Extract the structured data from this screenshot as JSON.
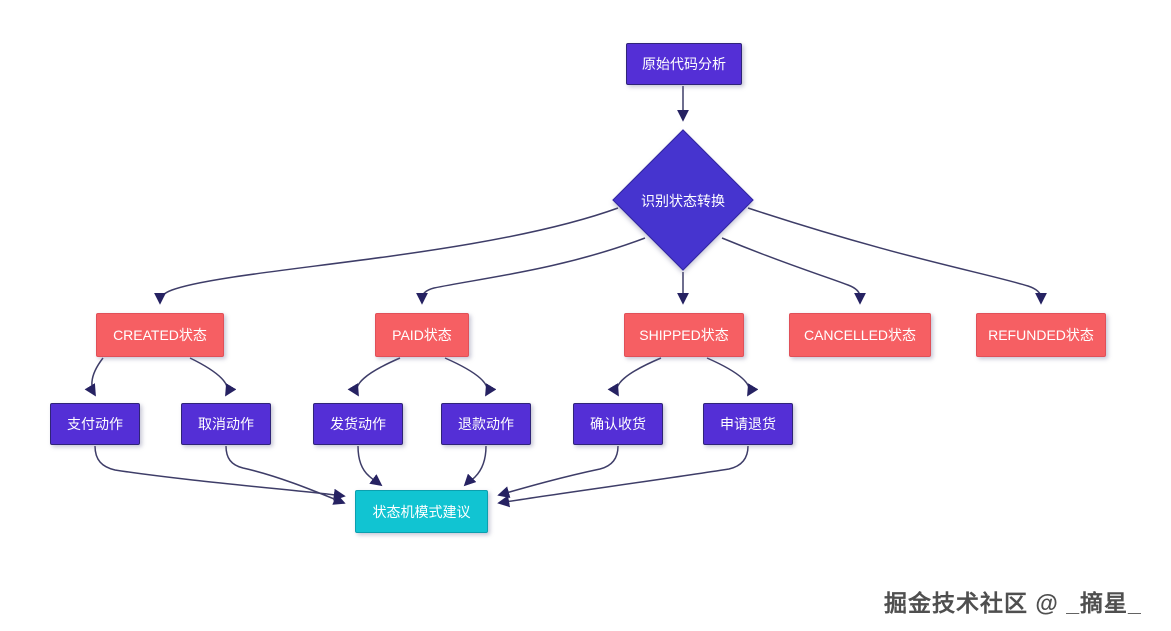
{
  "diagram": {
    "nodes": {
      "start": {
        "label": "原始代码分析"
      },
      "decision": {
        "label": "识别状态转换"
      },
      "states": [
        {
          "id": "created",
          "label": "CREATED状态"
        },
        {
          "id": "paid",
          "label": "PAID状态"
        },
        {
          "id": "shipped",
          "label": "SHIPPED状态"
        },
        {
          "id": "cancelled",
          "label": "CANCELLED状态"
        },
        {
          "id": "refunded",
          "label": "REFUNDED状态"
        }
      ],
      "actions": [
        {
          "id": "pay",
          "label": "支付动作"
        },
        {
          "id": "cancel",
          "label": "取消动作"
        },
        {
          "id": "ship",
          "label": "发货动作"
        },
        {
          "id": "refund",
          "label": "退款动作"
        },
        {
          "id": "confirm",
          "label": "确认收货"
        },
        {
          "id": "return",
          "label": "申请退货"
        }
      ],
      "result": {
        "label": "状态机模式建议"
      }
    },
    "edges": [
      {
        "from": "原始代码分析",
        "to": "识别状态转换"
      },
      {
        "from": "识别状态转换",
        "to": "CREATED状态"
      },
      {
        "from": "识别状态转换",
        "to": "PAID状态"
      },
      {
        "from": "识别状态转换",
        "to": "SHIPPED状态"
      },
      {
        "from": "识别状态转换",
        "to": "CANCELLED状态"
      },
      {
        "from": "识别状态转换",
        "to": "REFUNDED状态"
      },
      {
        "from": "CREATED状态",
        "to": "支付动作"
      },
      {
        "from": "CREATED状态",
        "to": "取消动作"
      },
      {
        "from": "PAID状态",
        "to": "发货动作"
      },
      {
        "from": "PAID状态",
        "to": "退款动作"
      },
      {
        "from": "SHIPPED状态",
        "to": "确认收货"
      },
      {
        "from": "SHIPPED状态",
        "to": "申请退货"
      },
      {
        "from": "支付动作",
        "to": "状态机模式建议"
      },
      {
        "from": "取消动作",
        "to": "状态机模式建议"
      },
      {
        "from": "发货动作",
        "to": "状态机模式建议"
      },
      {
        "from": "退款动作",
        "to": "状态机模式建议"
      },
      {
        "from": "确认收货",
        "to": "状态机模式建议"
      },
      {
        "from": "申请退货",
        "to": "状态机模式建议"
      }
    ],
    "colors": {
      "node_purple": "#542fd6",
      "node_red": "#f65f63",
      "node_cyan": "#11c4d2",
      "diamond": "#4634cf",
      "edge_line": "#3e3d68",
      "arrowhead": "#262262",
      "node_text": "#ffffff"
    }
  },
  "watermark": {
    "text": "掘金技术社区 @ _摘星_"
  }
}
